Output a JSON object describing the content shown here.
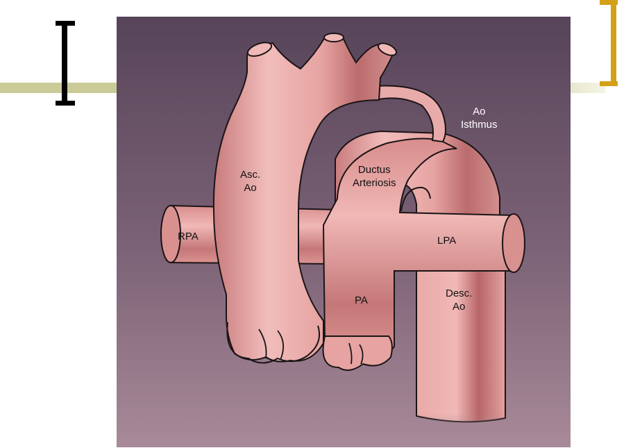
{
  "labels": {
    "ao_isthmus": [
      "Ao",
      "Isthmus"
    ],
    "asc_ao": [
      "Asc.",
      "Ao"
    ],
    "ductus_arteriosis": [
      "Ductus",
      "Arteriosis"
    ],
    "rpa": "RPA",
    "lpa": "LPA",
    "pa": "PA",
    "desc_ao": [
      "Desc.",
      "Ao"
    ]
  },
  "colors": {
    "background_top": "#574459",
    "background_bottom": "#a88a98",
    "vessel_light": "#f0b8b6",
    "vessel_mid": "#e29e9c",
    "vessel_dark": "#b86567",
    "outline": "#1a1416",
    "rule_left": "#cbcb9a",
    "bracket_black": "#000000",
    "bracket_gold": "#d4a017"
  }
}
